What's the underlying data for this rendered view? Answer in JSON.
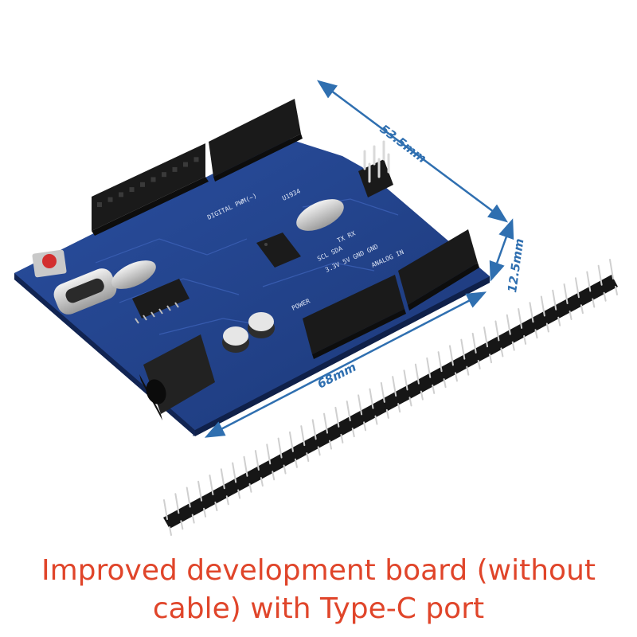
{
  "caption": {
    "line1": "Improved development board (without",
    "line2": "cable) with Type-C port"
  },
  "dimensions": {
    "width": "53.5mm",
    "length": "68mm",
    "height": "12.5mm"
  },
  "board_labels": {
    "digital_pwm": "DIGITAL PWM(~)",
    "analog_in": "ANALOG IN",
    "power": "POWER",
    "u1": "U1934",
    "power_pins": "3.3V 5V GND GND",
    "scl_sda": "SCL SDA",
    "tx_rx": "TX RX"
  },
  "colors": {
    "caption": "#e0452a",
    "dimension": "#2f6fb0",
    "pcb": "#1f3f86",
    "pcb_edge": "#142a5e",
    "header": "#1a1a1a",
    "pin": "#c8c8c8"
  }
}
